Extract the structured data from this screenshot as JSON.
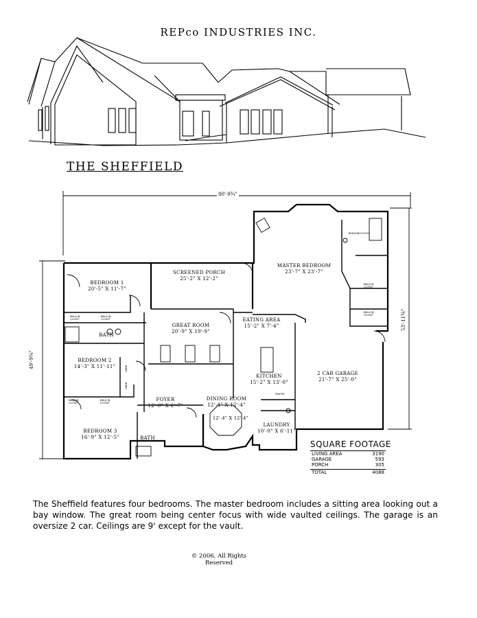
{
  "header": {
    "company": "REPco INDUSTRIES INC.",
    "model_name": "THE SHEFFIELD"
  },
  "plan": {
    "overall_width": "80'-9¾\"",
    "overall_depth_left": "49'-9¾\"",
    "overall_depth_right": "53'-11¾\"",
    "rooms": [
      {
        "name": "BEDROOM 1",
        "dims": "20'-5\" X 11'-7\""
      },
      {
        "name": "SCREENED PORCH",
        "dims": "25'-2\" X 12'-2\""
      },
      {
        "name": "MASTER BEDROOM",
        "dims": "23'-7\" X 23'-7\""
      },
      {
        "name": "GREAT ROOM",
        "dims": "20'-9\" X 19'-9\""
      },
      {
        "name": "EATING AREA",
        "dims": "15'-2\" X 7'-4\""
      },
      {
        "name": "BEDROOM 2",
        "dims": "14'-3\" X 11'-11\""
      },
      {
        "name": "KITCHEN",
        "dims": "15'-2\" X 13'-0\""
      },
      {
        "name": "2 CAR GARAGE",
        "dims": "21'-7\" X 25'-0\""
      },
      {
        "name": "FOYER",
        "dims": "12'-0\" X 6'-7\""
      },
      {
        "name": "DINING ROOM",
        "dims": "12'-4\" X 12'-4\""
      },
      {
        "name": "BEDROOM 3",
        "dims": "16'-9\" X 12'-5\""
      },
      {
        "name": "LAUNDRY",
        "dims": "10'-0\" X 6'-11\""
      }
    ],
    "baths": [
      "BATH",
      "BATH"
    ],
    "small_labels": {
      "walk_in": "WALK-IN",
      "closet": "CLOSET",
      "linen": "LINEN",
      "pantry": "PANTRY",
      "dressing": "DRESSING ROOM"
    }
  },
  "square_footage": {
    "title": "SQUARE FOOTAGE",
    "rows": [
      {
        "label": "LIVING AREA",
        "value": "3190"
      },
      {
        "label": "GARAGE",
        "value": "593"
      },
      {
        "label": "PORCH",
        "value": "305"
      }
    ],
    "total": {
      "label": "TOTAL",
      "value": "4088"
    }
  },
  "description": "The Sheffield features four bedrooms.  The master bedroom includes a sitting area looking out a bay window.  The great room being center focus with wide vaulted ceilings.  The garage is an oversize 2 car. Ceilings are 9' except for the vault.",
  "copyright": {
    "line1": "© 2006, All Rights",
    "line2": "Reserved"
  }
}
